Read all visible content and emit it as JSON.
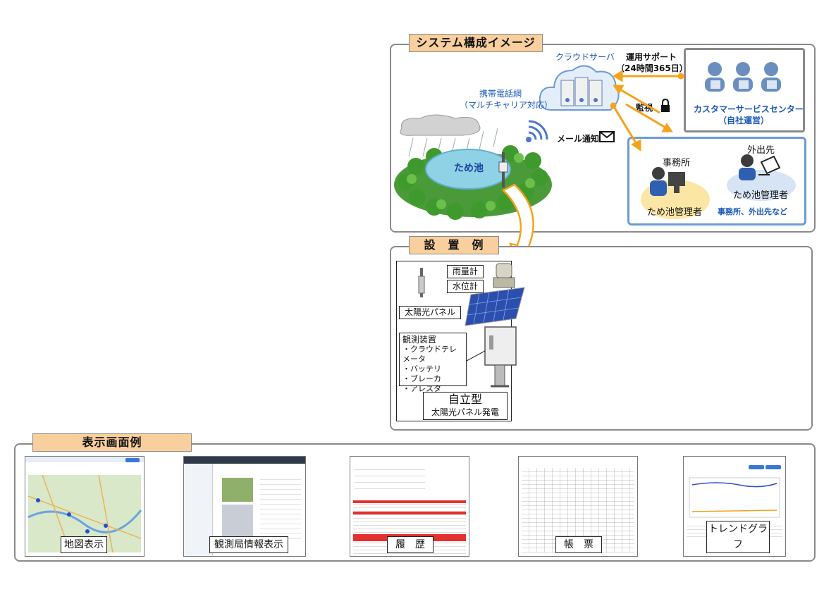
{
  "system": {
    "tab": "システム構成イメージ",
    "cloud_label": "クラウドサーバ",
    "support": "運用サポート",
    "support_hours": "（24時間365日）",
    "monitor": "監視",
    "carrier": "携帯電話網",
    "carrier_sub": "（マルチキャリア対応）",
    "mail": "メール通知",
    "pond": "ため池",
    "center": "カスタマーサービスセンター",
    "center_sub": "（自社運営）",
    "office": "事務所",
    "outside": "外出先",
    "manager_office": "ため池管理者",
    "manager_outside": "ため池管理者",
    "offices_note": "事務所、外出先など"
  },
  "install": {
    "tab": "設　置　例",
    "rain_gauge": "雨量計",
    "water_gauge": "水位計",
    "solar": "太陽光パネル",
    "device_title": "観測装置",
    "device_items": [
      "・クラウドテレメータ",
      "・バッテリ",
      "・ブレーカ",
      "・アレスタ"
    ],
    "type": "自立型",
    "type_sub": "太陽光パネル発電"
  },
  "screens": {
    "tab": "表示画面例",
    "items": [
      "地図表示",
      "観測局情報表示",
      "履　歴",
      "帳　票",
      "トレンドグラフ"
    ]
  }
}
